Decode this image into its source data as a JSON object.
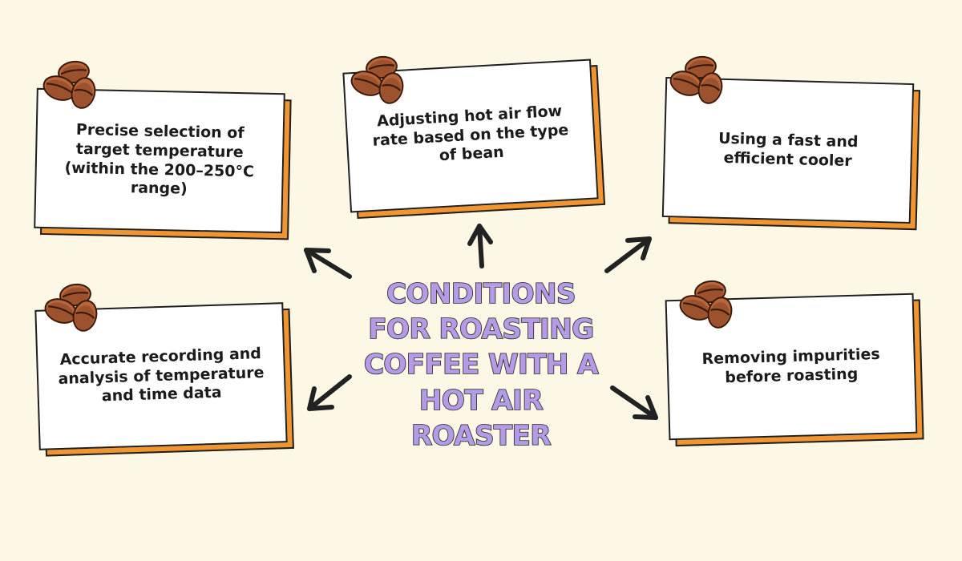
{
  "colors": {
    "background": "#fdf7e6",
    "card_shadow": "#f0952f",
    "card_border": "#1f1f1f",
    "title_fill": "#b59ae6",
    "title_outline": "#1f1f1f",
    "arrow": "#222222",
    "bean_light": "#b8663a",
    "bean_dark": "#7a3c1e"
  },
  "title": "CONDITIONS FOR ROASTING COFFEE WITH A HOT AIR ROASTER",
  "cards": [
    {
      "id": "top-left",
      "text": "Precise selection of target temperature (within the 200–250°C range)"
    },
    {
      "id": "top-center",
      "text": "Adjusting hot air flow rate based on the type of bean"
    },
    {
      "id": "top-right",
      "text": "Using a fast and efficient cooler"
    },
    {
      "id": "bottom-left",
      "text": "Accurate recording and analysis of temperature and time data"
    },
    {
      "id": "bottom-right",
      "text": "Removing impurities before roasting"
    }
  ],
  "icons": {
    "card_decoration": "coffee-beans-icon",
    "connector": "arrow-icon"
  }
}
